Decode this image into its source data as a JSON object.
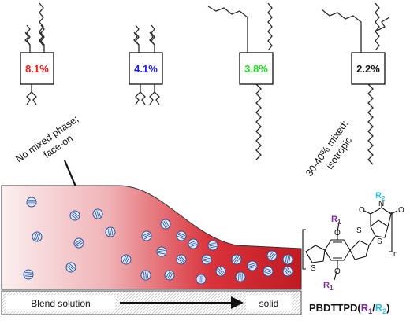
{
  "polymers": [
    {
      "pce": "8.1%",
      "color": "#ff1a1a"
    },
    {
      "pce": "4.1%",
      "color": "#1a1aff"
    },
    {
      "pce": "3.8%",
      "color": "#22dd22"
    },
    {
      "pce": "2.2%",
      "color": "#111111"
    }
  ],
  "annotations": {
    "left_line1": "No mixed phase;",
    "left_line2": "face-on",
    "right_line1": "30-40% mixed;",
    "right_line2": "isotropic"
  },
  "process_bar": {
    "start_label": "Blend solution",
    "end_label": "solid"
  },
  "structure": {
    "r1": "R",
    "r1_sub": "1",
    "r2": "R",
    "r2_sub": "2",
    "atom_o": "O",
    "atom_n": "N",
    "atom_s": "S",
    "subscript_n": "n",
    "name_prefix": "PBDTTPD(",
    "name_r1": "R",
    "name_r1_sub": "1",
    "name_slash": "/",
    "name_r2": "R",
    "name_r2_sub": "2",
    "name_suffix": ")",
    "r1_color": "#7b2b9a",
    "r2_color": "#2ec4e6"
  }
}
